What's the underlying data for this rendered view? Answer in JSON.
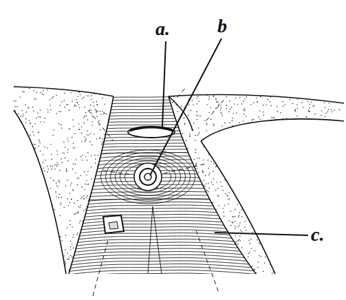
{
  "diagram": {
    "labels": [
      "a.",
      "b",
      "c."
    ]
  }
}
